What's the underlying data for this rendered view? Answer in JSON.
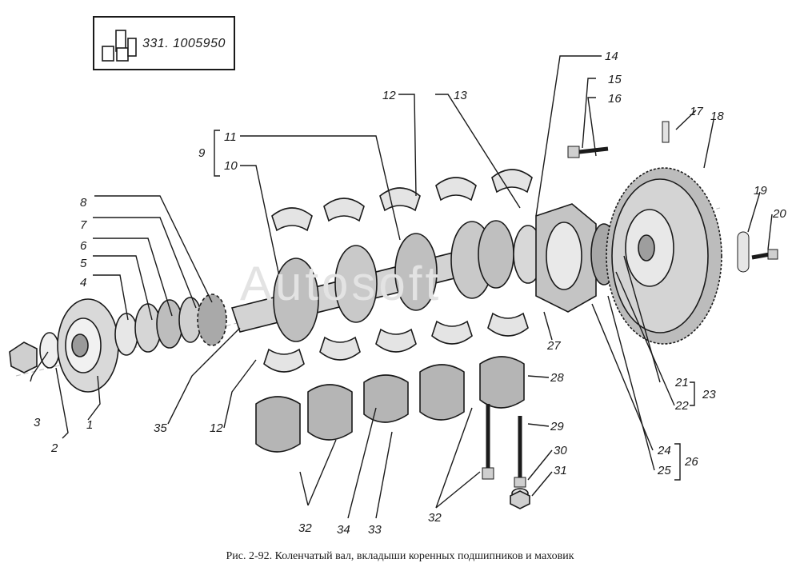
{
  "part_code": "331. 1005950",
  "caption": "Рис. 2-92. Коленчатый вал, вкладыши коренных подшипников и маховик",
  "watermark": "Autosoft",
  "labels": [
    "1",
    "2",
    "3",
    "4",
    "5",
    "6",
    "7",
    "8",
    "9",
    "10",
    "11",
    "12",
    "12",
    "13",
    "14",
    "15",
    "16",
    "17",
    "18",
    "19",
    "20",
    "21",
    "22",
    "23",
    "24",
    "25",
    "26",
    "27",
    "28",
    "29",
    "30",
    "31",
    "32",
    "32",
    "33",
    "34",
    "35"
  ]
}
